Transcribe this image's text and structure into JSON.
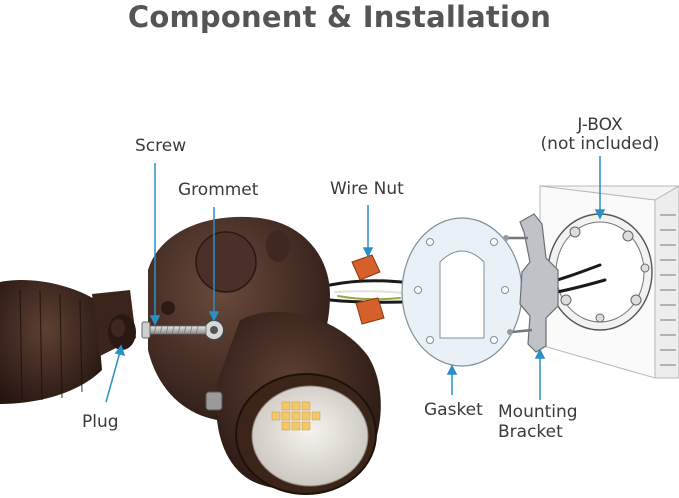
{
  "title": "Component & Installation",
  "labels": {
    "screw": "Screw",
    "grommet": "Grommet",
    "wire_nut": "Wire Nut",
    "jbox_line1": "J-BOX",
    "jbox_line2": "(not included)",
    "plug": "Plug",
    "gasket": "Gasket",
    "mounting_line1": "Mounting",
    "mounting_line2": "Bracket"
  },
  "colors": {
    "leader": "#2a8fc7",
    "fixture": "#4a2f26",
    "title": "#555555"
  }
}
